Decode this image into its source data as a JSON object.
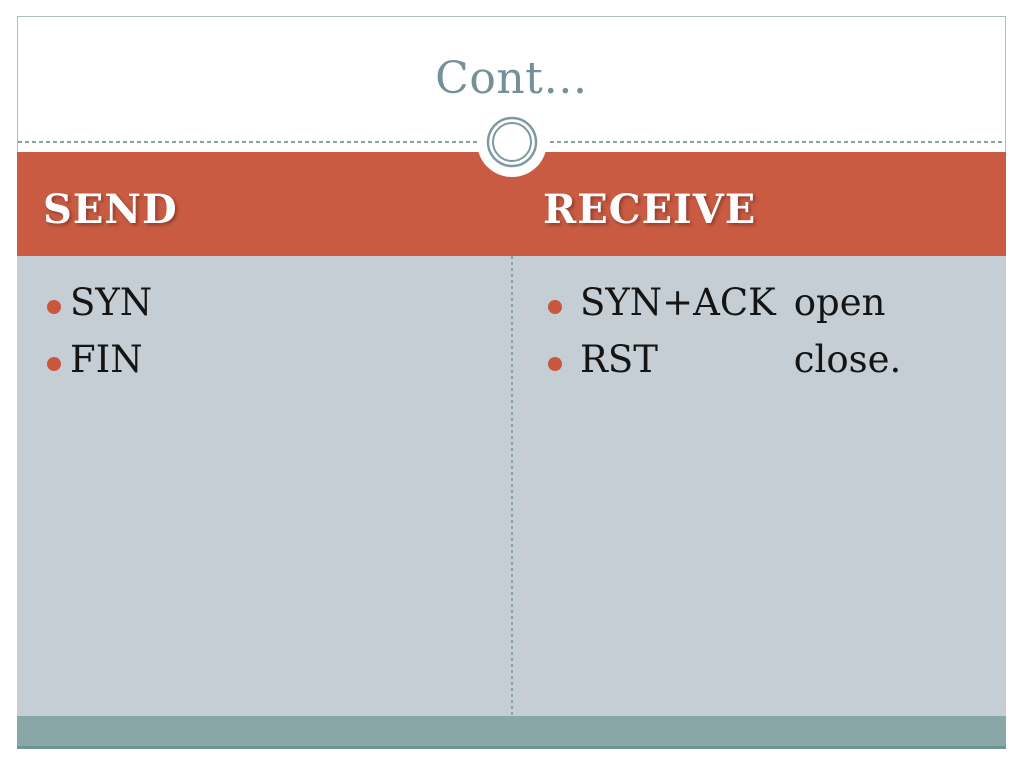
{
  "slide": {
    "title": "Cont…",
    "columns": [
      {
        "header": "SEND",
        "items": [
          {
            "term": "SYN",
            "definition": ""
          },
          {
            "term": "FIN",
            "definition": ""
          }
        ]
      },
      {
        "header": "RECEIVE",
        "items": [
          {
            "term": "SYN+ACK",
            "definition": "open"
          },
          {
            "term": "RST",
            "definition": "close."
          }
        ]
      }
    ]
  },
  "icons": {
    "ornament": "double-ring-circle-icon"
  },
  "colors": {
    "header_band": "#c95b43",
    "content_bg": "#c4ced4",
    "footer": "#89a7a6",
    "footer_edge": "#6f9495",
    "title_text": "#76909a",
    "ring": "#7d9aa3",
    "dash": "#8aa1a9",
    "bullet": "#c9573e",
    "body_text": "#141414",
    "border": "#a9bfc1"
  }
}
